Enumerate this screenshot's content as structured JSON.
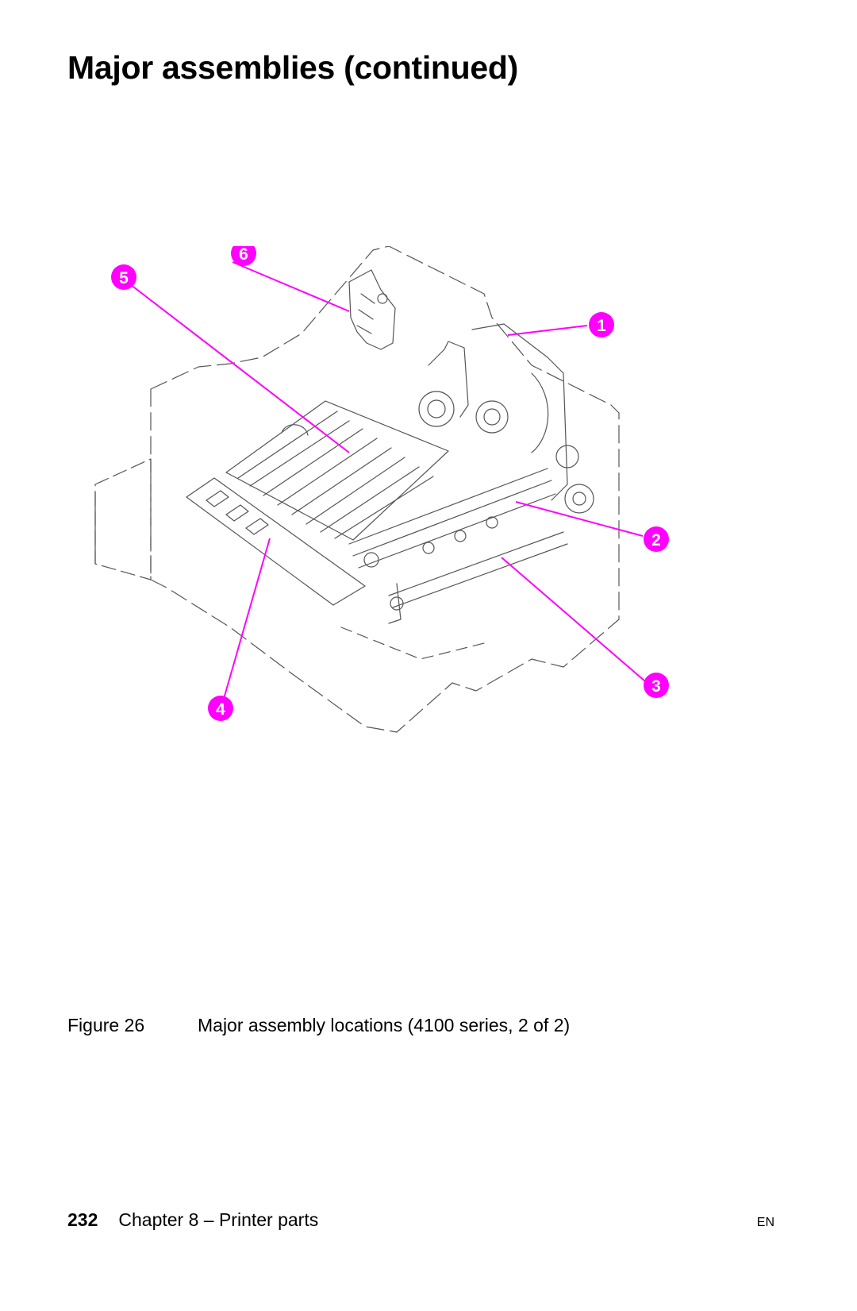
{
  "page": {
    "title": "Major assemblies (continued)"
  },
  "figure": {
    "callouts": [
      "1",
      "2",
      "3",
      "4",
      "5",
      "6"
    ],
    "callout_color": "#ff00ff",
    "caption_label": "Figure 26",
    "caption_text": "Major assembly locations (4100 series, 2 of 2)"
  },
  "footer": {
    "page_number": "232",
    "chapter": "Chapter 8 –  Printer parts",
    "language": "EN"
  }
}
